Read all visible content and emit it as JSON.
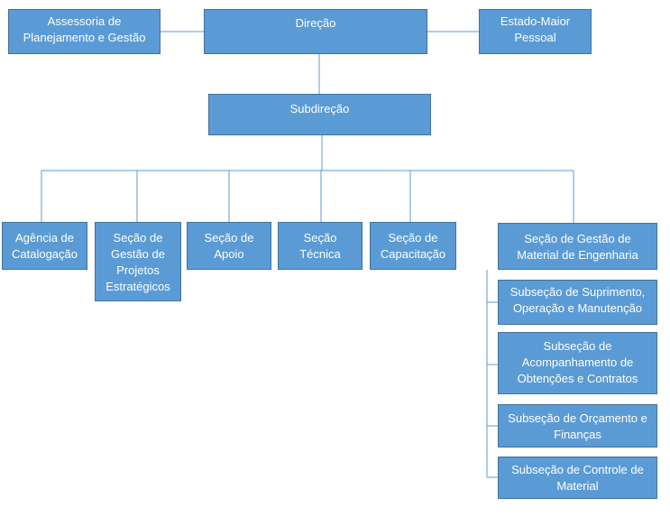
{
  "colors": {
    "box_fill": "#5b9bd5",
    "box_border": "#41719c",
    "connector": "#5b9bd5",
    "text": "#ffffff"
  },
  "nodes": {
    "direcao": "Direção",
    "assessoria": "Assessoria de Planejamento e Gestão",
    "estado_maior": "Estado-Maior Pessoal",
    "subdirecao": "Subdireção",
    "agencia": "Agência de Catalogação",
    "projetos": "Seção de Gestão de Projetos Estratégicos",
    "apoio": "Seção de Apoio",
    "tecnica": "Seção Técnica",
    "capacitacao": "Seção de Capacitação",
    "material_eng": "Seção de Gestão de Material de Engenharia",
    "suprimento": "Subseção de Suprimento, Operação e Manutenção",
    "acompanhamento": "Subseção de Acompanhamento de Obtenções e Contratos",
    "orcamento": "Subseção de Orçamento e Finanças",
    "controle": "Subseção de Controle de Material"
  }
}
